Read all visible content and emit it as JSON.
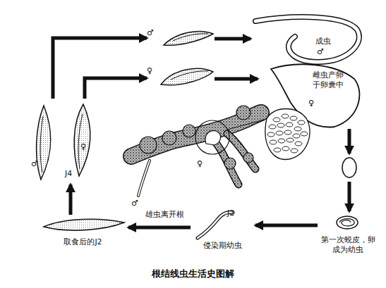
{
  "diagram": {
    "caption": "根结线虫生活史图解",
    "nodes": [
      {
        "text": [
          "♂",
          "J4",
          "♀"
        ]
      },
      {
        "text": [
          "♂"
        ]
      },
      {
        "text": [
          "♀"
        ]
      },
      {
        "text": [
          "成虫",
          "♂"
        ]
      },
      {
        "text": [
          "雌虫产卵于卵囊中",
          "♀"
        ]
      },
      {
        "text": [
          "第一次蜕皮，卵成为幼虫"
        ]
      },
      {
        "text": [
          "J2",
          "侵染期幼虫"
        ]
      },
      {
        "text": [
          "取食后的J2"
        ]
      }
    ],
    "edges": [
      {
        "from": 0,
        "to": 1,
        "arrow": "to"
      },
      {
        "from": 0,
        "to": 2,
        "arrow": "to"
      },
      {
        "from": 1,
        "to": 3,
        "arrow": "to"
      },
      {
        "from": 2,
        "to": 4,
        "arrow": "to"
      },
      {
        "from": 4,
        "to": 5,
        "arrow": "to"
      },
      {
        "from": 5,
        "to": 6,
        "arrow": "to"
      },
      {
        "from": 6,
        "to": 7,
        "arrow": "to"
      },
      {
        "from": 7,
        "to": 0,
        "arrow": "to"
      }
    ],
    "labels": [
      "♀",
      "♂",
      "雄虫离开根"
    ]
  }
}
